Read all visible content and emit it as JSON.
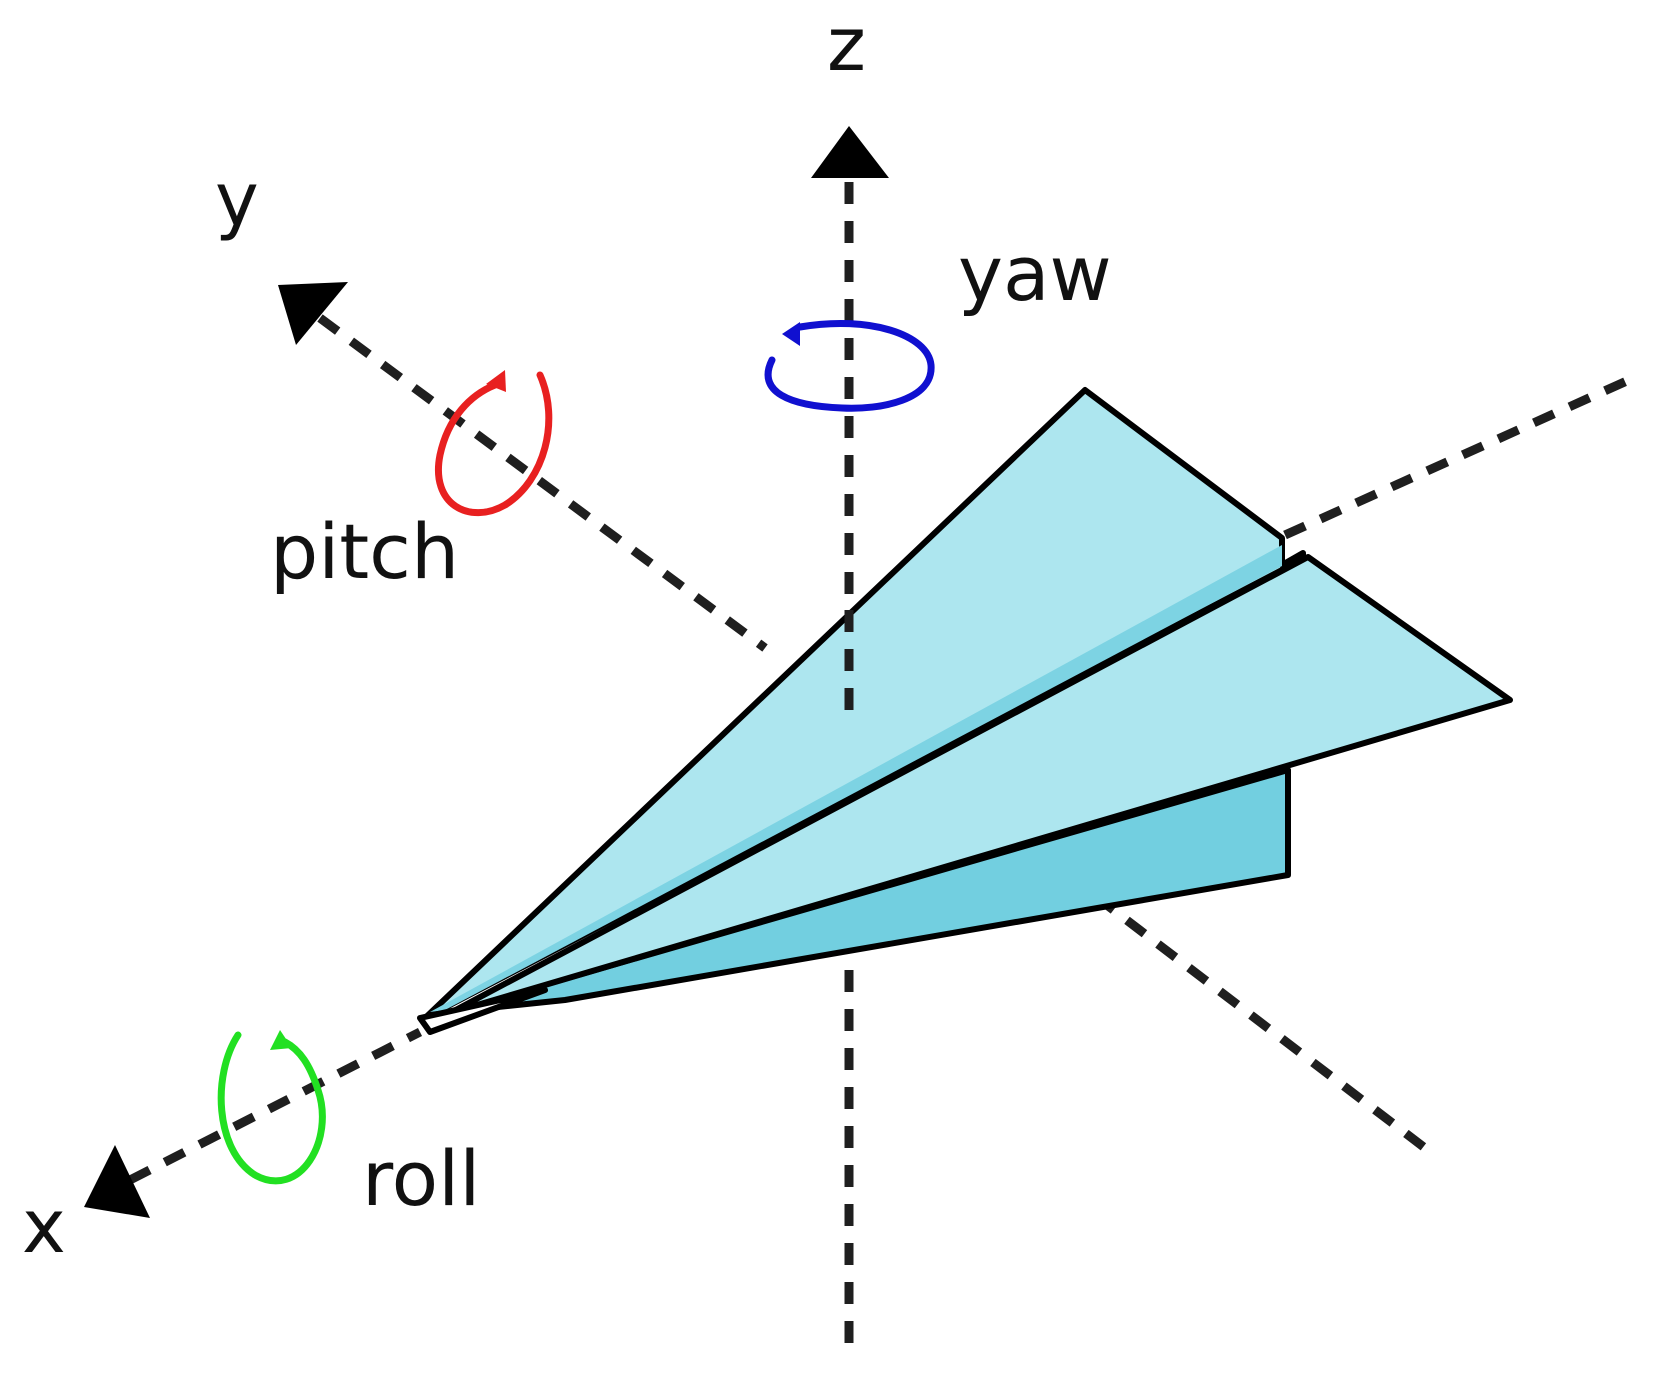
{
  "diagram": {
    "axes": {
      "x": "x",
      "y": "y",
      "z": "z"
    },
    "rotations": {
      "roll": "roll",
      "pitch": "pitch",
      "yaw": "yaw"
    },
    "colors": {
      "roll": "#22e022",
      "pitch": "#e82020",
      "yaw": "#1010d0",
      "plane_light": "#ade6ef",
      "plane_mid": "#7dd3e3",
      "plane_dark": "#72cfe0",
      "axis": "#1f1f1f"
    },
    "icons": [
      "paper-airplane-icon",
      "rotation-arrow-icon"
    ]
  }
}
